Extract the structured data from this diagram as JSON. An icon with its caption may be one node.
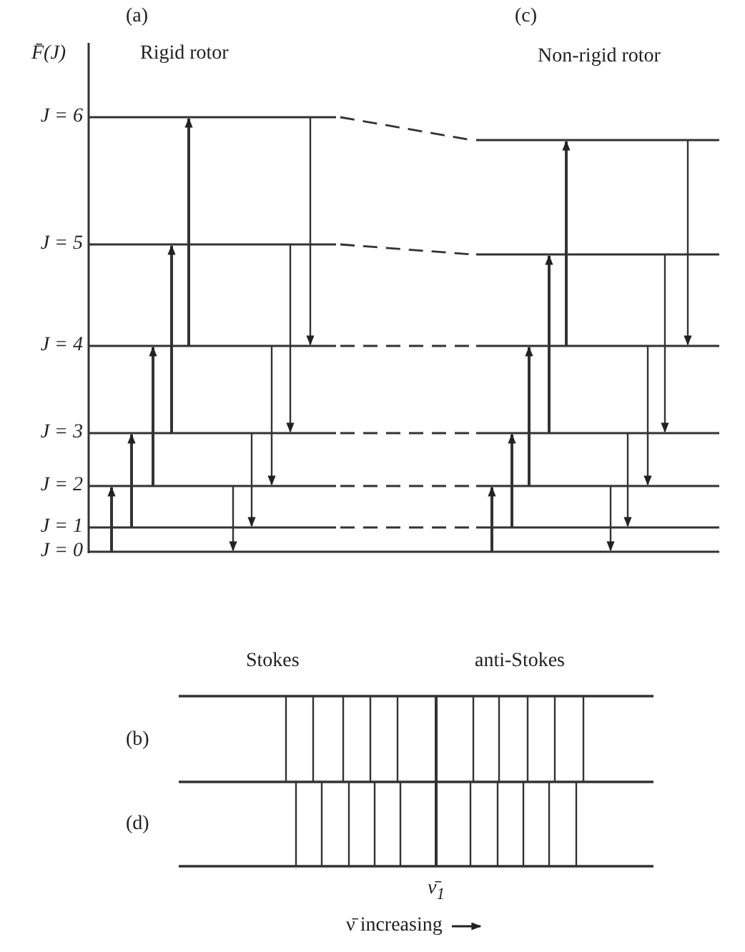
{
  "diagram": {
    "labels": [
      "(a)",
      "F̄(J)",
      "Rigid rotor",
      "(c)",
      "Non-rigid rotor",
      "J = 6",
      "J = 5",
      "J = 4",
      "J = 3",
      "J = 2",
      "J = 1",
      "J = 0",
      "Stokes",
      "anti-Stokes",
      "(b)",
      "(d)",
      "ν̄$_{1}$",
      "ν̄ increasing"
    ]
  }
}
